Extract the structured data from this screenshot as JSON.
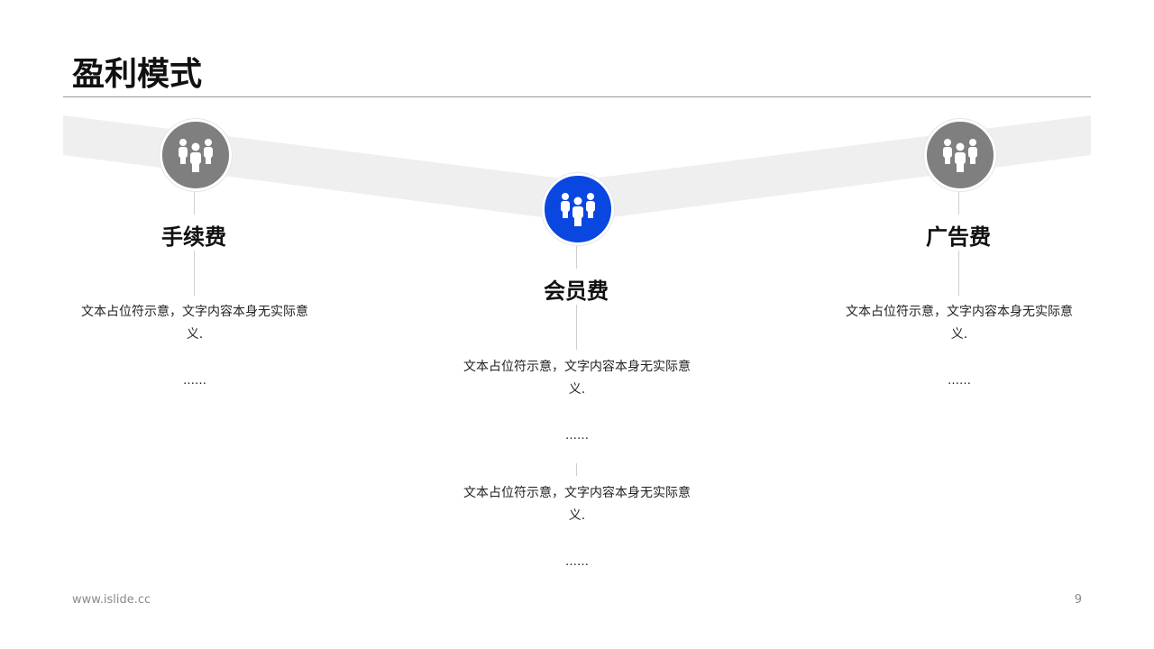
{
  "title": "盈利模式",
  "colors": {
    "accent": "#0a47e0",
    "neutral": "#7f7f7f",
    "band": "#efefef"
  },
  "columns": [
    {
      "icon": "people-group-icon",
      "label": "手续费",
      "items": [
        {
          "text": "文本占位符示意，文字内容本身无实际意义.",
          "ellipsis": "……"
        }
      ]
    },
    {
      "icon": "people-group-icon",
      "label": "会员费",
      "items": [
        {
          "text": "文本占位符示意，文字内容本身无实际意义.",
          "ellipsis": "……"
        },
        {
          "text": "文本占位符示意，文字内容本身无实际意义.",
          "ellipsis": "……"
        }
      ]
    },
    {
      "icon": "people-group-icon",
      "label": "广告费",
      "items": [
        {
          "text": "文本占位符示意，文字内容本身无实际意义.",
          "ellipsis": "……"
        }
      ]
    }
  ],
  "footer": {
    "url": "www.islide.cc",
    "page": "9"
  }
}
